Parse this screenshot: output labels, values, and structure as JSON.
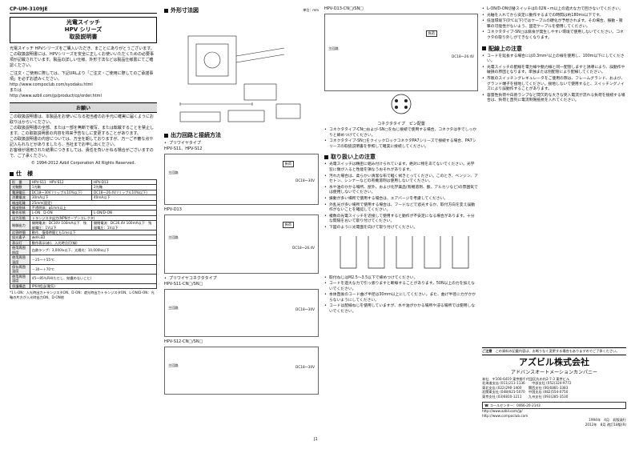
{
  "doc_id": "CP-UM-3109JE",
  "title": {
    "line1": "光電スイッチ",
    "line2": "HPV シリーズ",
    "line3": "取扱説明書"
  },
  "intro": "光電スイッチ HPVシリーズをご購入いただき、まことにありがとうございます。この取扱説明書には、HPVシリーズを安全に正しくお使いいただくための必要事項が記載されています。製品の詳しい仕様、外形寸法などは製品仕様書にてご確認ください。",
  "orders": "ご注文・ご使用に際しては、下記URLより「ご注文・ご使用に際してのご承諾事項」を必ずお読みください。",
  "url1": "http://www.compoclub.com/syodaku.html",
  "url_or": "または",
  "url2": "http://www.azbil.com/jp/product/cp/order.html",
  "notice_title": "お願い",
  "notice": [
    "この取扱説明書は、本製品をお使いになる担当者のお手元に確実に届くようにお取りはからいください。",
    "この取扱説明書の全部、または一部を無断で複写、または転載することを禁止します。この取扱説明書の内容を将来予告なしに変更することがあります。",
    "この取扱説明書の内容については、万全を期しておりますが、万一ご不審な点や記入もれなどがありましたら、当社までお申し出ください。",
    "お客様が運用された結果につきましては、責任を負いかねる場合がございますので、ご了承ください。"
  ],
  "copyright": "© 1994-2012 Azbil Corporation All Rights Reserved.",
  "spec_title": "仕　様",
  "spec_rows": [
    [
      "形　番",
      "HPV-S11　HPV-S12",
      "HPV-D13"
    ],
    [
      "光軸数",
      "1光軸",
      "2光軸"
    ],
    [
      "電源電圧",
      "DC18～30V (リップル10%以下)",
      "DC18～26.4V (リップル10%以下)"
    ],
    [
      "消費電流",
      "30mA以下",
      "40mA以下"
    ],
    [
      "検出距離",
      "25mm(固定)",
      ""
    ],
    [
      "検出物体",
      "不透明体：φ1mm以上",
      ""
    ],
    [
      "動作形態",
      "L-ON　D-ON",
      "L-ON/D-ON"
    ],
    [
      "出力形態",
      "トランジスタ出力(NPNオープンコレクタ)",
      ""
    ],
    [
      "制御出力",
      "開閉電流：DC30V 100mA以下　残留電圧：1V以下",
      "開閉電流：DC26.4V 100mA以下　残留電圧：1V以下"
    ],
    [
      "応答時間",
      "動作、復帰時間とも1ms以下",
      ""
    ],
    [
      "投光素子",
      "赤外LED",
      ""
    ],
    [
      "表示灯",
      "動作表示(赤)、入光時点灯(緑)",
      ""
    ],
    [
      "使用周囲照度",
      "白熱ランプ：3,000lx以下、太陽光：10,000lx以下",
      ""
    ],
    [
      "使用周囲温度",
      "－25～＋55℃",
      ""
    ],
    [
      "保存周囲温度",
      "－30～＋70℃",
      ""
    ],
    [
      "使用周囲湿度",
      "45～85％RH(ただし、結露のないこと)",
      ""
    ],
    [
      "保護構造",
      "IP64相当(電気)",
      ""
    ]
  ],
  "spec_foot": "*1 L-ON：入光時出力トランジスタON、D-ON：遮光時出力トランジスタON、L-ON/D-ON：光軸の片方が入光時出力ON、D-ON他",
  "dim_title": "外形寸法図",
  "dim_unit": "単位：mm",
  "circuit_title": "出力回路と接続方法",
  "circuit_a": "プリワイヤタイプ",
  "circuit_a1": "HPV-S11、HPV-S12",
  "circuit_a2": "HPV-D13",
  "circuit_b": "プリワイヤコネクタタイプ",
  "circuit_b1": "HPV-S11-CN□/SN□",
  "circuit_b2": "HPV-S12-CN□/SN□",
  "circuit_c": "HPV-D13-CN□/SN□",
  "voltage1": "DC18～30V",
  "voltage2": "DC18～26.4V",
  "load": "負荷",
  "mainckt": "主回路",
  "pin_title": "コネクタタイプ　ピン配置",
  "connector_notes": [
    "コネクタタイプ-CN□および-SN□をねじ接続で使用する場合、コネクタは手でしっかりと締めつけてください。",
    "コネクタタイプ-SN□をクイックロックコネクタPA7シリーズで接続する場合、PA7シリーズの取扱説明書を参照して確実に接続してください。"
  ],
  "handling_title": "取り扱い上の注意",
  "handling": [
    "光電スイッチは精密に組み付けられています。絶対に物をあてないでください。光学窓に傷が入ると性能を損なうおそれがあります。",
    "汚れた場合は、柔らかい清潔な布で軽く拭きとってください。このとき、ベンジン、アセトン、シンナーなどの有機溶剤は使用しないでください。",
    "水や油のかかる場所、屋外、および化学薬品(有機溶剤、酸、アルカリなど)の雰囲気では使用しないでください。",
    "振動が多い場所で使用する場合は、エアバージを考慮してください。",
    "外乱光が多い場所で使用する場合は、フードなどで遮光するか、取付方向を変え誤動作がないことを確認してください。",
    "複数の光電スイッチを近接して使用すると動作が不安定になる場合があります。十分な間隔をおいて取り付けてください。",
    "下図のように光電面を向けて取り付けてください。"
  ],
  "handling2": [
    "取付ねじはM2.5〜3.5以下で締めつけてください。",
    "コードを過大な力で引っ張りますと断線することがあります。50N以上の力を加えないでください。",
    "本体直後のコード曲げ半径は30mm以上にしてください。また、曲げ半径に力がかからないようにしてください。",
    "コードは配線ねじを使用していますが、水や油がかかる場所や浸る場所では使用しないでください。"
  ],
  "right_notes": [
    "L-ON/D-ON切替スイッチは0.02N・m以上の過大な力で回さないでください。",
    "光軸を入れてから安定に動作するまでの時間は約180ms以下です。",
    "低温環境下(0℃以下)ではケーブルの硬化が予想されます。その場合、振動・衝撃の可能性がないよう、固定ケーブルを使用してください。",
    "コネクタタイプ-SN□は腐食が発生しやすい環境で使用しないでください。コネクタの取り外しができなくなります。"
  ],
  "wiring_title": "配線上の注意",
  "wiring": [
    "コードを延長する場合には0.3mm²以上の線を使用し、100m以下にしてください。",
    "光電スイッチの配線を電力線や動力線と同一配管しますと誘導により、誤動作や破損の原因となります。単独または別配管により配線してください。",
    "市販のスイッチングレギュレータをご使用の際は、フレームグランド、および、グランド端子を接地してください。接地しないで使用すると、スイッチングノイズにより誤動作することがあります。",
    "容量性負荷や白熱ランプなど間欠的な大きな突入電流が流れる負荷を接続する場合は、負荷と直列に電流制限抵抗を入れてください。"
  ],
  "caution_label": "ご注意",
  "caution_text": "この資料の記載内容は、お断りなく変更する場合もありますのでご了承ください。",
  "company_jp": "アズビル株式会社",
  "company_sub": "アドバンスオートメーションカンパニー",
  "hq_label": "本社",
  "hq_addr": "〒100-6419 東京都千代田区丸の内2-7-3 東京ビル",
  "offices": [
    "北海道支店 (011)211-1136　　中部支社 (052)324-9772",
    "東北支店 (022)290-1400　　関西支社 (06)6881-3383",
    "北関東支社 (048)621-5070　中国支店 (082)554-0750",
    "東京支社 (03)6810-1211　　九州支社 (093)285-3530"
  ],
  "support": "コールセンター：0466-20-2143",
  "website": "http://www.azbil.com/jp/",
  "website2": "http://www.compoclub.com",
  "date1": "1994年　4月　初版発行",
  "date2": "2012年　8月 改訂18版(R)",
  "page_num": "J1"
}
